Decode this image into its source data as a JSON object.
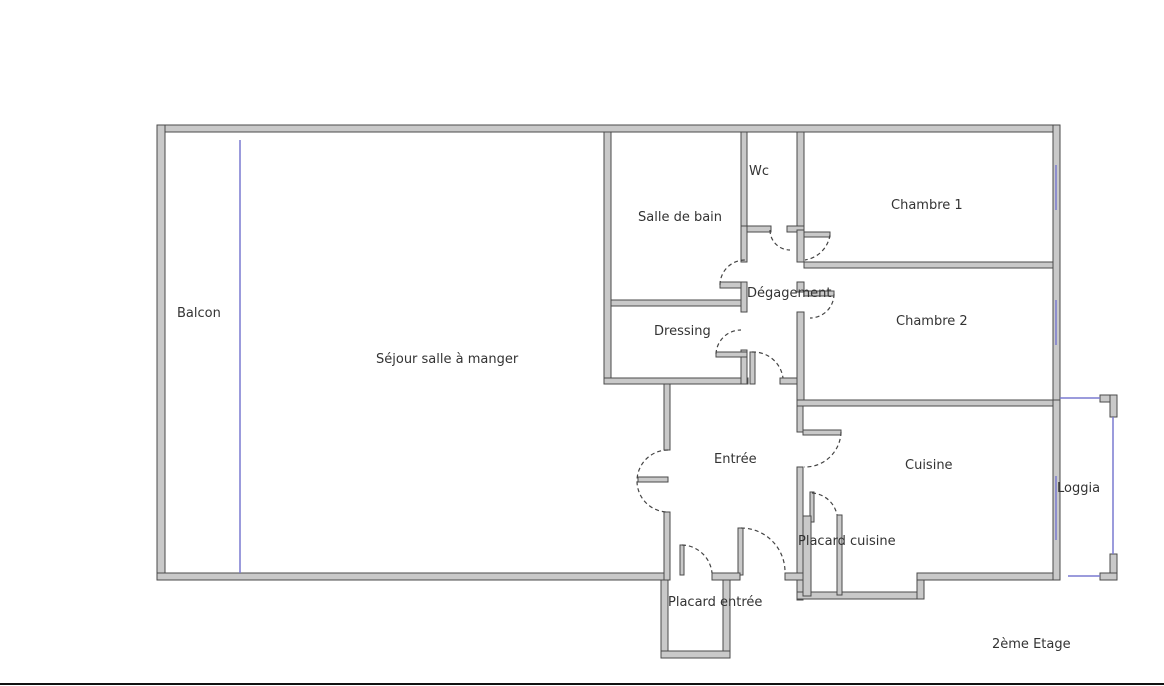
{
  "plan": {
    "floor_label": "2ème Etage",
    "rooms": {
      "balcon": "Balcon",
      "sejour": "Séjour salle à manger",
      "salle_de_bain": "Salle de bain",
      "wc": "Wc",
      "chambre1": "Chambre 1",
      "chambre2": "Chambre 2",
      "degagement": "Dégagement",
      "dressing": "Dressing",
      "entree": "Entrée",
      "cuisine": "Cuisine",
      "loggia": "Loggia",
      "placard_cuisine": "Placard cuisine",
      "placard_entree": "Placard entrée"
    }
  }
}
